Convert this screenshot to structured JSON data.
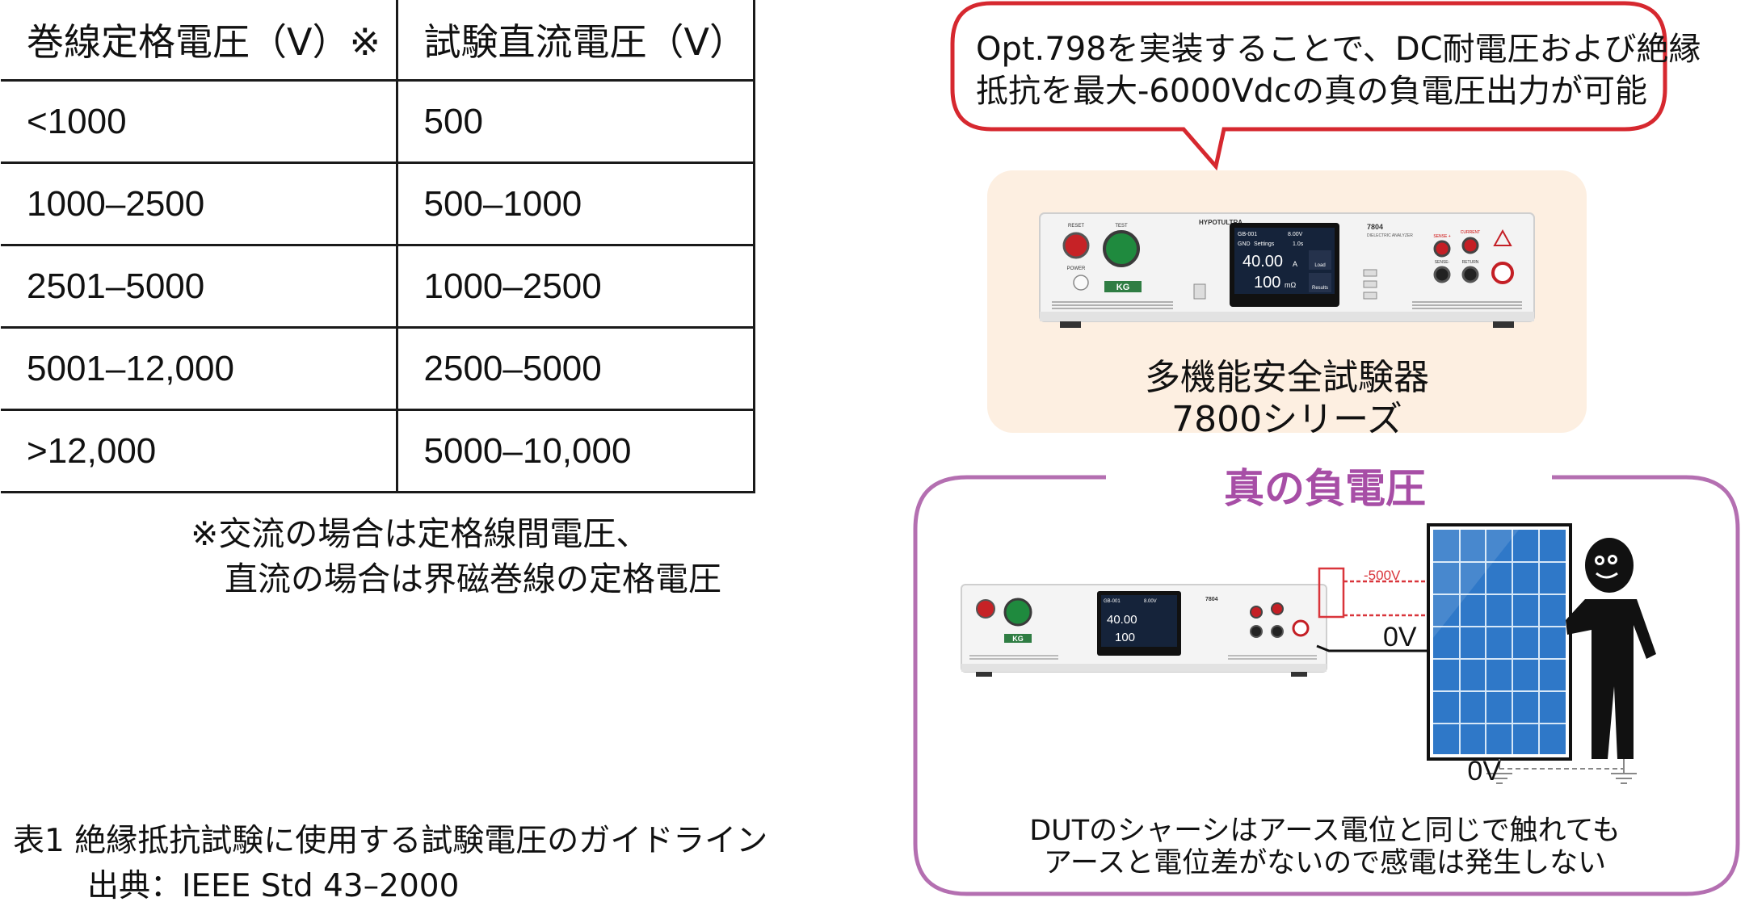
{
  "table": {
    "headers": [
      "巻線定格電圧（V）※",
      "試験直流電圧（V）"
    ],
    "rows": [
      [
        "<1000",
        "500"
      ],
      [
        "1000–2500",
        "500–1000"
      ],
      [
        "2501–5000",
        "1000–2500"
      ],
      [
        "5001–12,000",
        "2500–5000"
      ],
      [
        ">12,000",
        "5000–10,000"
      ]
    ]
  },
  "note": {
    "line1": "※交流の場合は定格線間電圧、",
    "line2": "直流の場合は界磁巻線の定格電圧"
  },
  "caption": {
    "line1": "表1 絶縁抵抗試験に使用する試験電圧のガイドライン",
    "line2": "出典：IEEE Std 43–2000"
  },
  "bubble": {
    "line1": "Opt.798を実装することで、DC耐電圧および絶縁",
    "line2": "抵抗を最大-6000Vdcの真の負電圧出力が可能"
  },
  "product": {
    "name_line1": "多機能安全試験器",
    "name_line2": "7800シリーズ",
    "brand": "HYPOTULTRA",
    "model": "7804",
    "model_sub": "DIELECTRIC ANALYZER",
    "kg_badge": "KG",
    "btn_reset": "RESET",
    "btn_test": "TEST",
    "btn_power": "POWER",
    "screen": {
      "step": "GB-001",
      "set_voltage": "8.00V",
      "mode": "GND",
      "mode_label": "Settings",
      "time": "1.0s",
      "current": "40.00",
      "current_unit": "A",
      "resistance": "100",
      "resistance_unit": "mΩ",
      "side_load": "Load",
      "side_results": "Results"
    },
    "jacks": [
      "SENSE +",
      "CURRENT",
      "SENSE-",
      "RETURN"
    ]
  },
  "negative": {
    "title": "真の負電圧",
    "voltage_label": "-500V",
    "zero_label_1": "0V",
    "zero_label_2": "0V",
    "explain_line1": "DUTのシャーシはアース電位と同じで触れても",
    "explain_line2": "アースと電位差がないので感電は発生しない"
  },
  "colors": {
    "bubble_border": "#d6282f",
    "panel_bg": "#fdefe1",
    "frame": "#b46fb1",
    "title": "#a74ea6",
    "wire_red": "#d9353b",
    "solar_blue": "#2f78c8",
    "kg_green": "#2f7d43"
  },
  "icons": [
    "speech-bubble-icon",
    "person-icon",
    "ground-icon",
    "solar-panel-icon",
    "hipot-tester-icon"
  ]
}
